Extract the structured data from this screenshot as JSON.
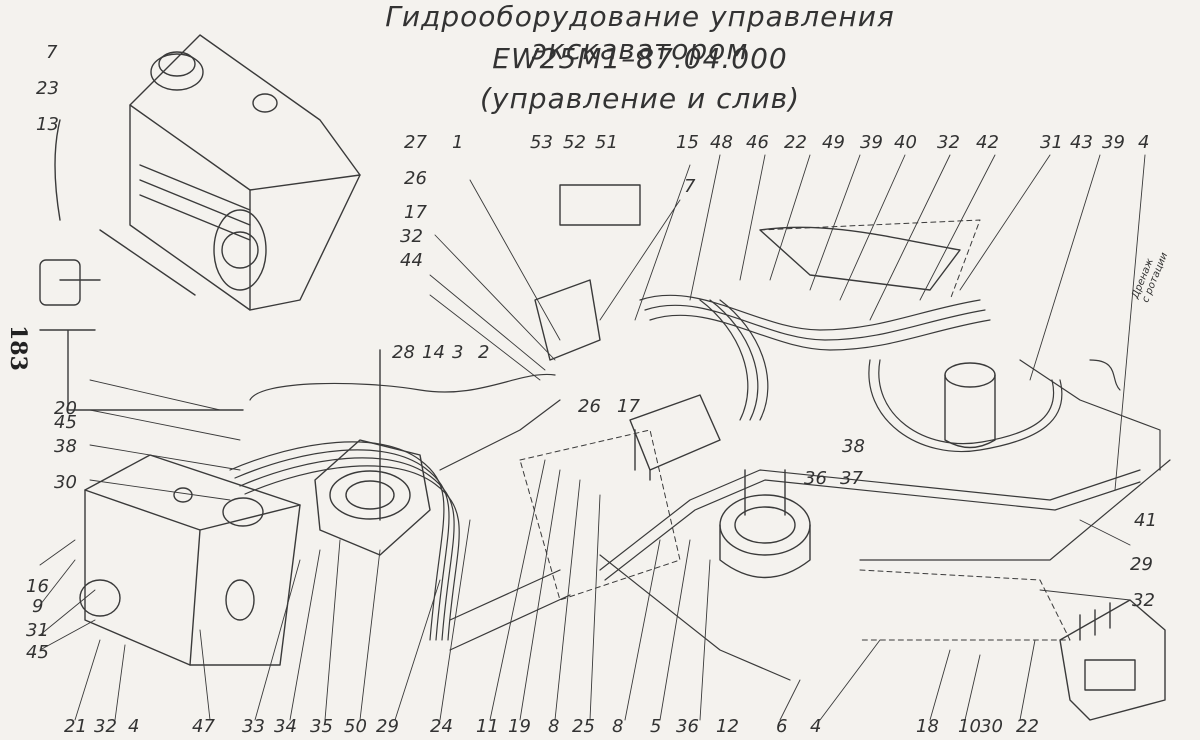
{
  "title": {
    "line1": "Гидрооборудование управления экскаватором",
    "line2": "EW25M1–87.04.000",
    "line3": "(управление и слив)"
  },
  "page_number": "183",
  "note": {
    "line1": "Дренаж",
    "line2": "с ротации"
  },
  "callouts": [
    {
      "id": "top-27",
      "text": "27"
    },
    {
      "id": "top-1",
      "text": "1"
    },
    {
      "id": "top-53",
      "text": "53"
    },
    {
      "id": "top-52",
      "text": "52"
    },
    {
      "id": "top-51",
      "text": "51"
    },
    {
      "id": "top-15",
      "text": "15"
    },
    {
      "id": "top-48",
      "text": "48"
    },
    {
      "id": "top-46",
      "text": "46"
    },
    {
      "id": "top-22",
      "text": "22"
    },
    {
      "id": "top-49",
      "text": "49"
    },
    {
      "id": "top-39a",
      "text": "39"
    },
    {
      "id": "top-40",
      "text": "40"
    },
    {
      "id": "top-32",
      "text": "32"
    },
    {
      "id": "top-42",
      "text": "42"
    },
    {
      "id": "top-31",
      "text": "31"
    },
    {
      "id": "top-43",
      "text": "43"
    },
    {
      "id": "top-39b",
      "text": "39"
    },
    {
      "id": "top-4",
      "text": "4"
    },
    {
      "id": "mid-26",
      "text": "26"
    },
    {
      "id": "mid-17",
      "text": "17"
    },
    {
      "id": "mid-32",
      "text": "32"
    },
    {
      "id": "mid-44",
      "text": "44"
    },
    {
      "id": "mid-7",
      "text": "7"
    },
    {
      "id": "left-7",
      "text": "7"
    },
    {
      "id": "left-23",
      "text": "23"
    },
    {
      "id": "left-13",
      "text": "13"
    },
    {
      "id": "mid-28",
      "text": "28"
    },
    {
      "id": "mid-14",
      "text": "14"
    },
    {
      "id": "mid-3",
      "text": "3"
    },
    {
      "id": "mid-2",
      "text": "2"
    },
    {
      "id": "left-20",
      "text": "20"
    },
    {
      "id": "left-45",
      "text": "45"
    },
    {
      "id": "left-38",
      "text": "38"
    },
    {
      "id": "left-30",
      "text": "30"
    },
    {
      "id": "mid-26b",
      "text": "26"
    },
    {
      "id": "mid-17b",
      "text": "17"
    },
    {
      "id": "right-38",
      "text": "38"
    },
    {
      "id": "right-36",
      "text": "36"
    },
    {
      "id": "right-37",
      "text": "37"
    },
    {
      "id": "left-16",
      "text": "16"
    },
    {
      "id": "left-9",
      "text": "9"
    },
    {
      "id": "left-31",
      "text": "31"
    },
    {
      "id": "left-45b",
      "text": "45"
    },
    {
      "id": "right-41",
      "text": "41"
    },
    {
      "id": "right-29",
      "text": "29"
    },
    {
      "id": "right-32",
      "text": "32"
    },
    {
      "id": "bot-21",
      "text": "21"
    },
    {
      "id": "bot-32",
      "text": "32"
    },
    {
      "id": "bot-4",
      "text": "4"
    },
    {
      "id": "bot-47",
      "text": "47"
    },
    {
      "id": "bot-33",
      "text": "33"
    },
    {
      "id": "bot-34",
      "text": "34"
    },
    {
      "id": "bot-35",
      "text": "35"
    },
    {
      "id": "bot-50",
      "text": "50"
    },
    {
      "id": "bot-29",
      "text": "29"
    },
    {
      "id": "bot-24",
      "text": "24"
    },
    {
      "id": "bot-11",
      "text": "11"
    },
    {
      "id": "bot-19",
      "text": "19"
    },
    {
      "id": "bot-8a",
      "text": "8"
    },
    {
      "id": "bot-25",
      "text": "25"
    },
    {
      "id": "bot-8b",
      "text": "8"
    },
    {
      "id": "bot-5",
      "text": "5"
    },
    {
      "id": "bot-36",
      "text": "36"
    },
    {
      "id": "bot-12",
      "text": "12"
    },
    {
      "id": "bot-6",
      "text": "6"
    },
    {
      "id": "bot-4b",
      "text": "4"
    },
    {
      "id": "bot-18",
      "text": "18"
    },
    {
      "id": "bot-10",
      "text": "10"
    },
    {
      "id": "bot-30",
      "text": "30"
    },
    {
      "id": "bot-22",
      "text": "22"
    }
  ]
}
